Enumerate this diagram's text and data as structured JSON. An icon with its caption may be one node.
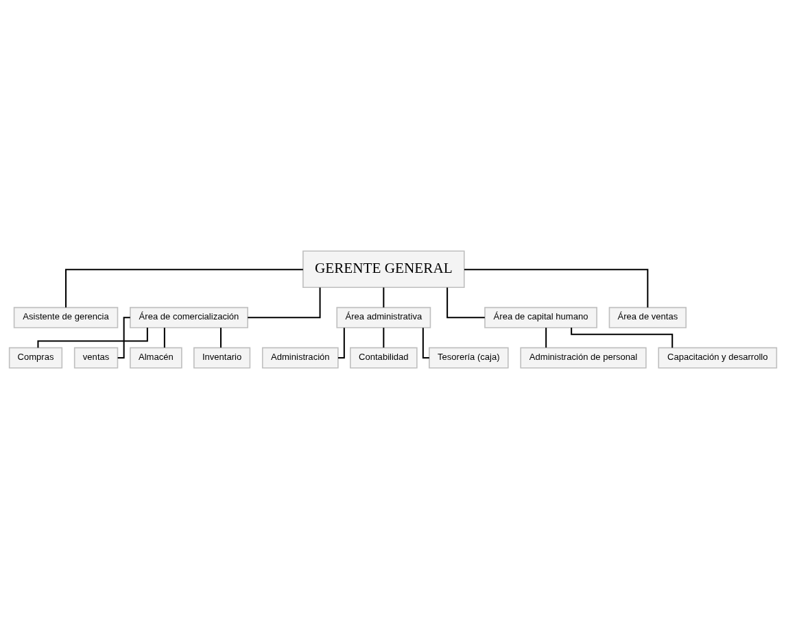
{
  "diagram": {
    "nodes": [
      {
        "text": [
          "GERENTE GENERAL"
        ]
      },
      {
        "text": [
          "Asistente de gerencia"
        ]
      },
      {
        "text": [
          "Área de comercialización"
        ]
      },
      {
        "text": [
          "Área administrativa"
        ]
      },
      {
        "text": [
          "Área de capital humano"
        ]
      },
      {
        "text": [
          "Área de ventas"
        ]
      },
      {
        "text": [
          "Compras"
        ]
      },
      {
        "text": [
          "ventas"
        ]
      },
      {
        "text": [
          "Almacén"
        ]
      },
      {
        "text": [
          "Inventario"
        ]
      },
      {
        "text": [
          "Administración"
        ]
      },
      {
        "text": [
          "Contabilidad"
        ]
      },
      {
        "text": [
          "Tesorería (caja)"
        ]
      },
      {
        "text": [
          "Administración de personal"
        ]
      },
      {
        "text": [
          "Capacitación y desarrollo"
        ]
      }
    ],
    "edges": [
      {
        "from": 0,
        "to": 1,
        "arrow": "none"
      },
      {
        "from": 0,
        "to": 2,
        "arrow": "none"
      },
      {
        "from": 0,
        "to": 3,
        "arrow": "none"
      },
      {
        "from": 0,
        "to": 4,
        "arrow": "none"
      },
      {
        "from": 0,
        "to": 5,
        "arrow": "none"
      },
      {
        "from": 2,
        "to": 6,
        "arrow": "none"
      },
      {
        "from": 2,
        "to": 7,
        "arrow": "none"
      },
      {
        "from": 2,
        "to": 8,
        "arrow": "none"
      },
      {
        "from": 2,
        "to": 9,
        "arrow": "none"
      },
      {
        "from": 3,
        "to": 10,
        "arrow": "none"
      },
      {
        "from": 3,
        "to": 11,
        "arrow": "none"
      },
      {
        "from": 3,
        "to": 12,
        "arrow": "none"
      },
      {
        "from": 4,
        "to": 13,
        "arrow": "none"
      },
      {
        "from": 4,
        "to": 14,
        "arrow": "none"
      }
    ]
  }
}
